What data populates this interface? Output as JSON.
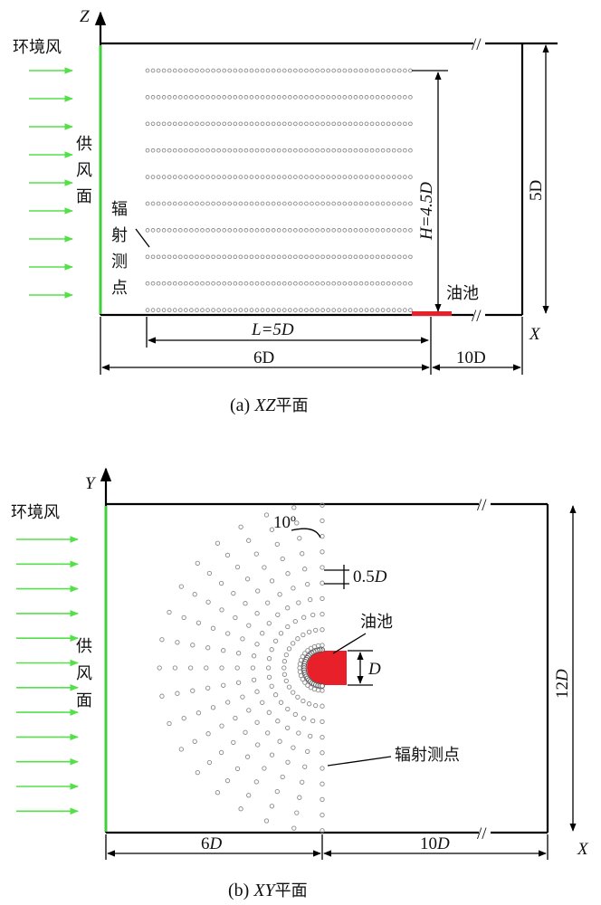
{
  "colors": {
    "wind_arrow": "#55e04a",
    "supply_face": "#3fcf3a",
    "oil_pool": "#e8202a",
    "frame": "#000000",
    "marker": "#8a8a8a"
  },
  "panel_a": {
    "caption_prefix": "(a) ",
    "caption_axes": "XZ",
    "caption_suffix": "平面",
    "axis_z": "Z",
    "axis_x": "X",
    "wind_label": "环境风",
    "supply_label": [
      "供",
      "风",
      "面"
    ],
    "radiation_label": [
      "辐",
      "射",
      "测",
      "点"
    ],
    "oil_pool_label": "油池",
    "dim_H": "H=4.5D",
    "dim_L": "L=5D",
    "dim_6D": "6D",
    "dim_10D": "10D",
    "dim_5D": "5D",
    "break_mark": "//"
  },
  "panel_b": {
    "caption_prefix": "(b) ",
    "caption_axes": "XY",
    "caption_suffix": "平面",
    "axis_y": "Y",
    "axis_x": "X",
    "wind_label": "环境风",
    "supply_label": [
      "供",
      "风",
      "面"
    ],
    "angle_label": "10º",
    "spacing_label": "0.5D",
    "oil_pool_label": "油池",
    "pool_dim": "D",
    "radiation_label": "辐射测点",
    "dim_6D": "6D",
    "dim_10D": "10D",
    "dim_12D": "12D",
    "break_mark": "//"
  }
}
